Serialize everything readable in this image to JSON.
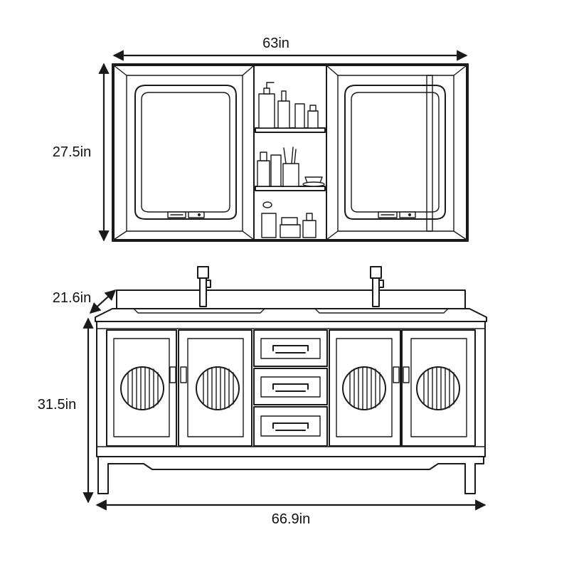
{
  "dimensions": {
    "cabinet_width": "63in",
    "cabinet_height": "27.5in",
    "vanity_depth": "21.6in",
    "vanity_height": "31.5in",
    "vanity_width": "66.9in"
  },
  "icons": [
    "medicine-cabinet",
    "double-sink-vanity",
    "faucet",
    "drawer-handle",
    "led-touch-panel"
  ]
}
